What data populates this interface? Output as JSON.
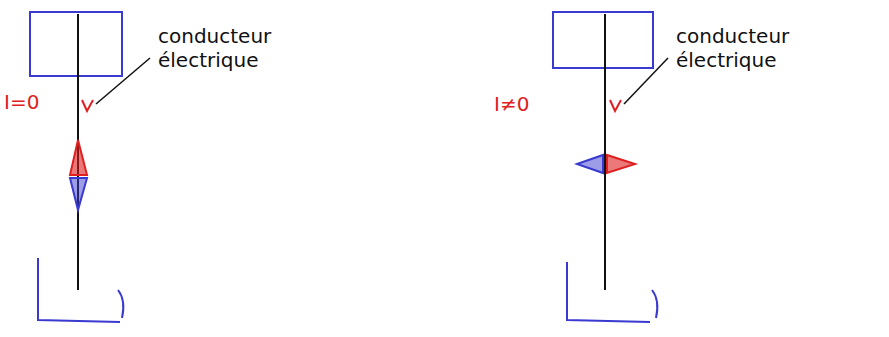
{
  "diagram": {
    "labels": [
      "I=0",
      "conducteur électrique",
      "I≠0",
      "conducteur électrique"
    ]
  }
}
